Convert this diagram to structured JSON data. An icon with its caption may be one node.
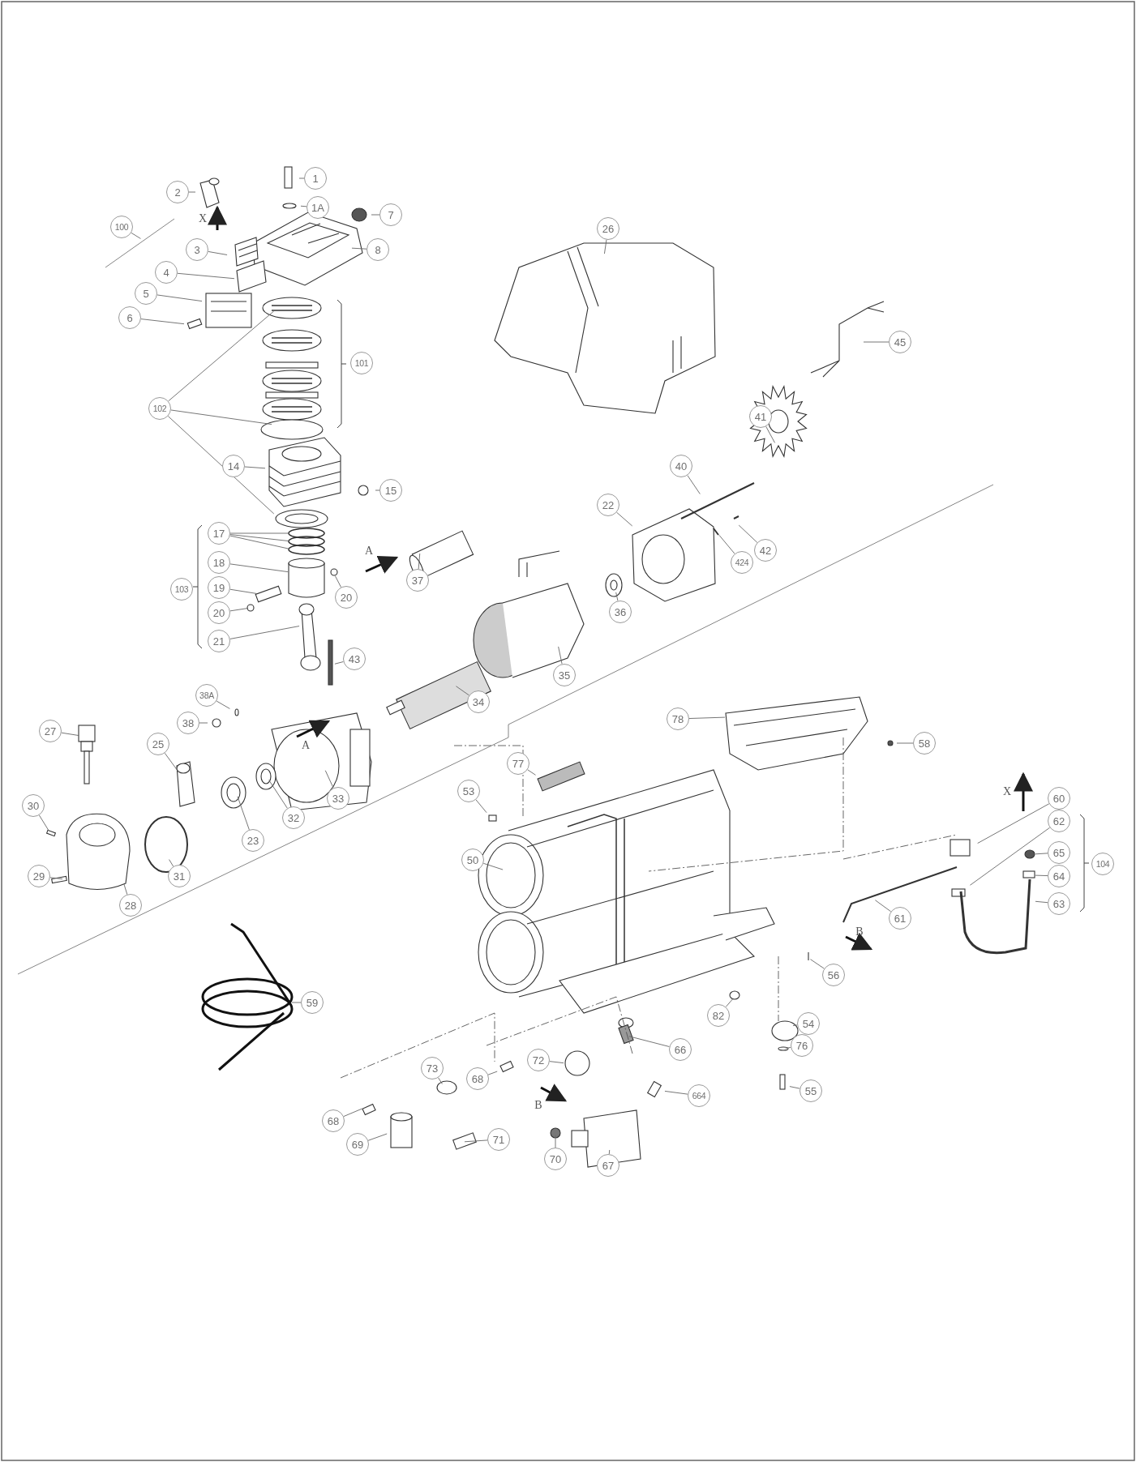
{
  "diagram": {
    "nodes": [
      {
        "text": [
          "1"
        ]
      },
      {
        "text": [
          "1A"
        ]
      },
      {
        "text": [
          "2"
        ]
      },
      {
        "text": [
          "7"
        ]
      },
      {
        "text": [
          "100"
        ]
      },
      {
        "text": [
          "3"
        ]
      },
      {
        "text": [
          "8"
        ]
      },
      {
        "text": [
          "4"
        ]
      },
      {
        "text": [
          "5"
        ]
      },
      {
        "text": [
          "6"
        ]
      },
      {
        "text": [
          "101"
        ]
      },
      {
        "text": [
          "102"
        ]
      },
      {
        "text": [
          "14"
        ]
      },
      {
        "text": [
          "15"
        ]
      },
      {
        "text": [
          "26"
        ]
      },
      {
        "text": [
          "45"
        ]
      },
      {
        "text": [
          "41"
        ]
      },
      {
        "text": [
          "40"
        ]
      },
      {
        "text": [
          "22"
        ]
      },
      {
        "text": [
          "42"
        ]
      },
      {
        "text": [
          "424"
        ]
      },
      {
        "text": [
          "17"
        ]
      },
      {
        "text": [
          "18"
        ]
      },
      {
        "text": [
          "103"
        ]
      },
      {
        "text": [
          "19"
        ]
      },
      {
        "text": [
          "20"
        ]
      },
      {
        "text": [
          "20"
        ]
      },
      {
        "text": [
          "21"
        ]
      },
      {
        "text": [
          "37"
        ]
      },
      {
        "text": [
          "36"
        ]
      },
      {
        "text": [
          "35"
        ]
      },
      {
        "text": [
          "43"
        ]
      },
      {
        "text": [
          "34"
        ]
      },
      {
        "text": [
          "38A"
        ]
      },
      {
        "text": [
          "38"
        ]
      },
      {
        "text": [
          "78"
        ]
      },
      {
        "text": [
          "58"
        ]
      },
      {
        "text": [
          "27"
        ]
      },
      {
        "text": [
          "25"
        ]
      },
      {
        "text": [
          "33"
        ]
      },
      {
        "text": [
          "32"
        ]
      },
      {
        "text": [
          "23"
        ]
      },
      {
        "text": [
          "77"
        ]
      },
      {
        "text": [
          "60"
        ]
      },
      {
        "text": [
          "30"
        ]
      },
      {
        "text": [
          "53"
        ]
      },
      {
        "text": [
          "62"
        ]
      },
      {
        "text": [
          "65"
        ]
      },
      {
        "text": [
          "104"
        ]
      },
      {
        "text": [
          "50"
        ]
      },
      {
        "text": [
          "64"
        ]
      },
      {
        "text": [
          "31"
        ]
      },
      {
        "text": [
          "29"
        ]
      },
      {
        "text": [
          "63"
        ]
      },
      {
        "text": [
          "28"
        ]
      },
      {
        "text": [
          "61"
        ]
      },
      {
        "text": [
          "56"
        ]
      },
      {
        "text": [
          "59"
        ]
      },
      {
        "text": [
          "82"
        ]
      },
      {
        "text": [
          "54"
        ]
      },
      {
        "text": [
          "76"
        ]
      },
      {
        "text": [
          "66"
        ]
      },
      {
        "text": [
          "72"
        ]
      },
      {
        "text": [
          "73"
        ]
      },
      {
        "text": [
          "68"
        ]
      },
      {
        "text": [
          "664"
        ]
      },
      {
        "text": [
          "55"
        ]
      },
      {
        "text": [
          "68"
        ]
      },
      {
        "text": [
          "69"
        ]
      },
      {
        "text": [
          "71"
        ]
      },
      {
        "text": [
          "70"
        ]
      },
      {
        "text": [
          "67"
        ]
      }
    ],
    "edges": [
      {
        "from": 0,
        "to": null,
        "arrow": "none"
      },
      {
        "from": 1,
        "to": null,
        "arrow": "none"
      },
      {
        "from": 2,
        "to": null,
        "arrow": "none"
      },
      {
        "from": 3,
        "to": null,
        "arrow": "none"
      },
      {
        "from": 4,
        "to": null,
        "arrow": "none"
      },
      {
        "from": 5,
        "to": null,
        "arrow": "none"
      },
      {
        "from": 6,
        "to": null,
        "arrow": "none"
      },
      {
        "from": 7,
        "to": null,
        "arrow": "none"
      },
      {
        "from": 8,
        "to": null,
        "arrow": "none"
      },
      {
        "from": 9,
        "to": null,
        "arrow": "none"
      },
      {
        "from": 11,
        "to": null,
        "arrow": "none"
      },
      {
        "from": 11,
        "to": null,
        "arrow": "none"
      },
      {
        "from": 11,
        "to": null,
        "arrow": "none"
      },
      {
        "from": 12,
        "to": null,
        "arrow": "none"
      },
      {
        "from": 13,
        "to": null,
        "arrow": "none"
      },
      {
        "from": 14,
        "to": null,
        "arrow": "none"
      },
      {
        "from": 15,
        "to": null,
        "arrow": "none"
      },
      {
        "from": 16,
        "to": null,
        "arrow": "none"
      },
      {
        "from": 17,
        "to": null,
        "arrow": "none"
      },
      {
        "from": 18,
        "to": null,
        "arrow": "none"
      },
      {
        "from": 19,
        "to": null,
        "arrow": "none"
      },
      {
        "from": 20,
        "to": null,
        "arrow": "none"
      },
      {
        "from": 21,
        "to": null,
        "arrow": "none"
      },
      {
        "from": 21,
        "to": null,
        "arrow": "none"
      },
      {
        "from": 21,
        "to": null,
        "arrow": "none"
      },
      {
        "from": 22,
        "to": null,
        "arrow": "none"
      },
      {
        "from": 24,
        "to": null,
        "arrow": "none"
      },
      {
        "from": 25,
        "to": null,
        "arrow": "none"
      },
      {
        "from": 26,
        "to": null,
        "arrow": "none"
      },
      {
        "from": 27,
        "to": null,
        "arrow": "none"
      },
      {
        "from": 28,
        "to": null,
        "arrow": "none"
      },
      {
        "from": 29,
        "to": null,
        "arrow": "none"
      },
      {
        "from": 30,
        "to": null,
        "arrow": "none"
      },
      {
        "from": 31,
        "to": null,
        "arrow": "none"
      },
      {
        "from": 32,
        "to": null,
        "arrow": "none"
      },
      {
        "from": 33,
        "to": null,
        "arrow": "none"
      },
      {
        "from": 34,
        "to": null,
        "arrow": "none"
      },
      {
        "from": 35,
        "to": null,
        "arrow": "none"
      },
      {
        "from": 36,
        "to": null,
        "arrow": "none"
      },
      {
        "from": 37,
        "to": null,
        "arrow": "none"
      },
      {
        "from": 38,
        "to": null,
        "arrow": "none"
      },
      {
        "from": 39,
        "to": null,
        "arrow": "none"
      },
      {
        "from": 40,
        "to": null,
        "arrow": "none"
      },
      {
        "from": 41,
        "to": null,
        "arrow": "none"
      },
      {
        "from": 42,
        "to": null,
        "arrow": "none"
      },
      {
        "from": 43,
        "to": null,
        "arrow": "none"
      },
      {
        "from": 44,
        "to": null,
        "arrow": "none"
      },
      {
        "from": 45,
        "to": null,
        "arrow": "none"
      },
      {
        "from": 46,
        "to": null,
        "arrow": "none"
      },
      {
        "from": 47,
        "to": null,
        "arrow": "none"
      },
      {
        "from": 49,
        "to": null,
        "arrow": "none"
      },
      {
        "from": 50,
        "to": null,
        "arrow": "none"
      },
      {
        "from": 51,
        "to": null,
        "arrow": "none"
      },
      {
        "from": 52,
        "to": null,
        "arrow": "none"
      },
      {
        "from": 53,
        "to": null,
        "arrow": "none"
      },
      {
        "from": 54,
        "to": null,
        "arrow": "none"
      },
      {
        "from": 55,
        "to": null,
        "arrow": "none"
      },
      {
        "from": 56,
        "to": null,
        "arrow": "none"
      },
      {
        "from": 57,
        "to": null,
        "arrow": "none"
      },
      {
        "from": 58,
        "to": null,
        "arrow": "none"
      },
      {
        "from": 59,
        "to": null,
        "arrow": "none"
      },
      {
        "from": 60,
        "to": null,
        "arrow": "none"
      },
      {
        "from": 61,
        "to": null,
        "arrow": "none"
      },
      {
        "from": 62,
        "to": null,
        "arrow": "none"
      },
      {
        "from": 63,
        "to": null,
        "arrow": "none"
      },
      {
        "from": 64,
        "to": null,
        "arrow": "none"
      },
      {
        "from": 65,
        "to": null,
        "arrow": "none"
      },
      {
        "from": 66,
        "to": null,
        "arrow": "none"
      },
      {
        "from": 67,
        "to": null,
        "arrow": "none"
      },
      {
        "from": 68,
        "to": null,
        "arrow": "none"
      },
      {
        "from": 69,
        "to": null,
        "arrow": "none"
      },
      {
        "from": 70,
        "to": null,
        "arrow": "none"
      },
      {
        "from": 71,
        "to": null,
        "arrow": "none"
      }
    ],
    "labels": [
      "X",
      "A",
      "A",
      "X",
      "B",
      "B"
    ]
  }
}
